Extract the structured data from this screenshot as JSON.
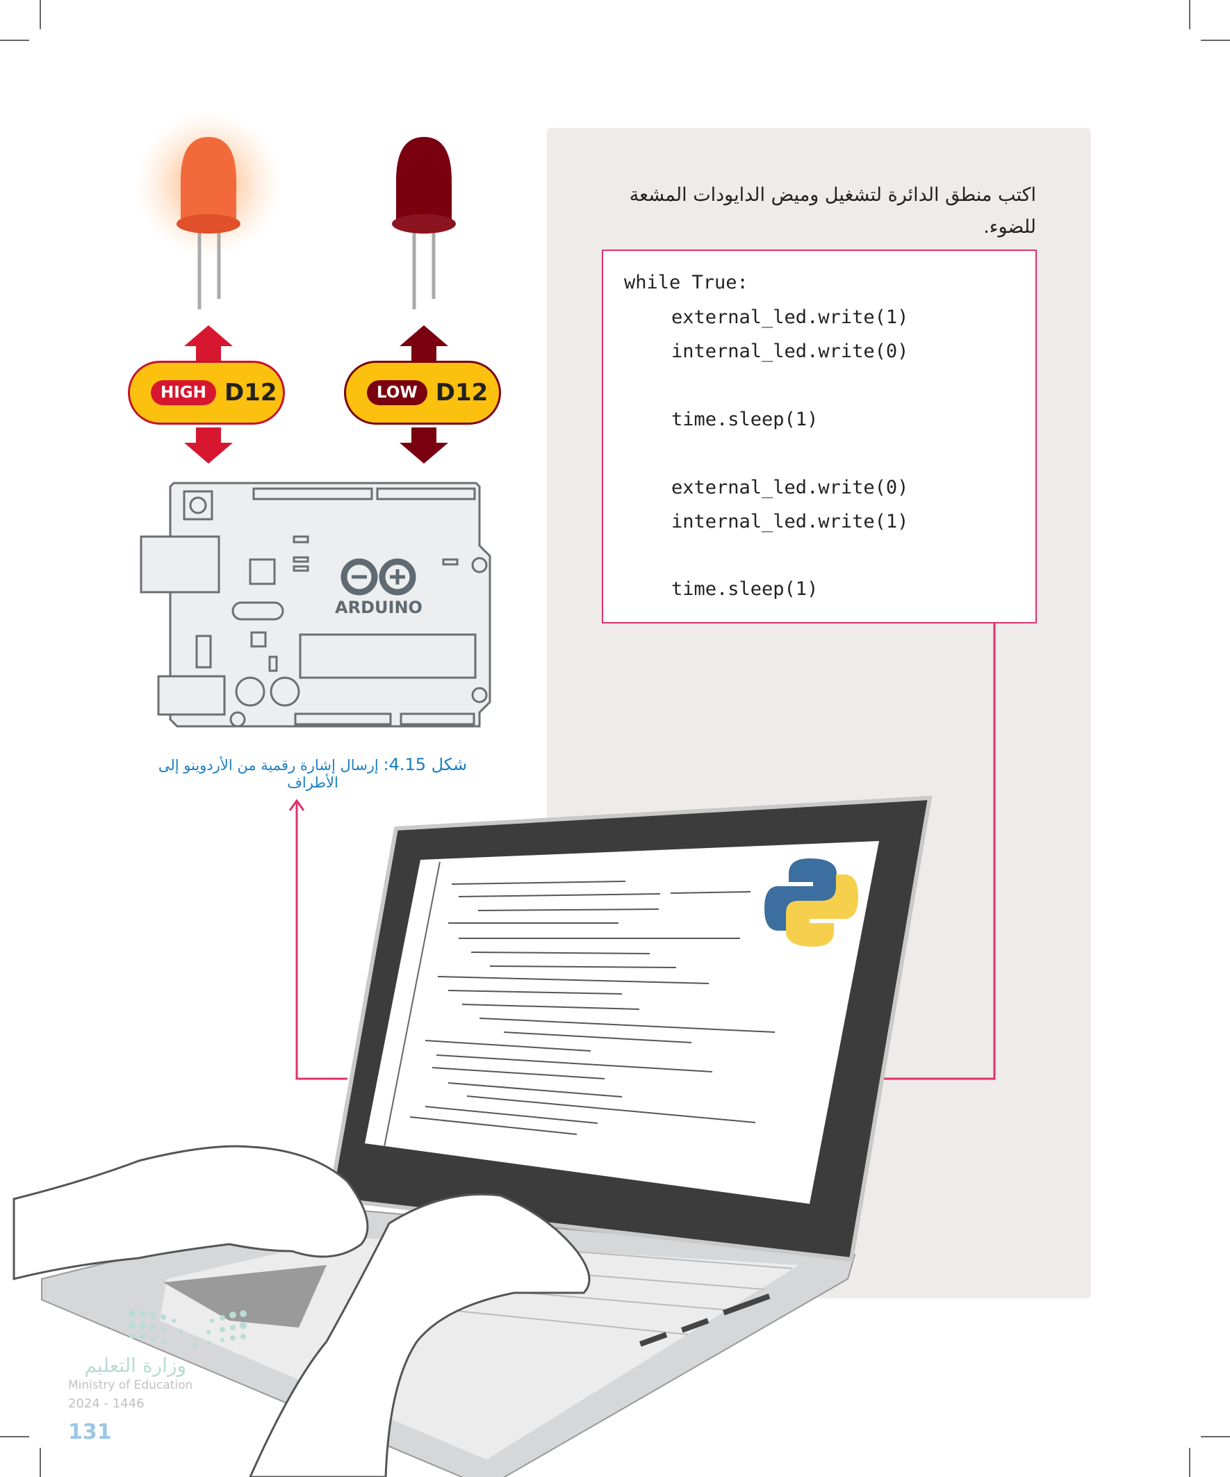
{
  "task_text": "اكتب منطق الدائرة لتشغيل وميض الدايودات المشعة للضوء.",
  "code_lines": [
    "while True:",
    "external_led.write(1)",
    "internal_led.write(0)",
    "time.sleep(1)",
    "external_led.write(0)",
    "internal_led.write(1)",
    "time.sleep(1)"
  ],
  "signals": [
    {
      "state": "HIGH",
      "pin": "D12",
      "color": "#d7172f"
    },
    {
      "state": "LOW",
      "pin": "D12",
      "color": "#7a0010"
    }
  ],
  "board_label": "ARDUINO",
  "caption": {
    "number": "شكل 4.15:",
    "text": "إرسال إشارة رقمية من الأردوينو إلى الأطراف"
  },
  "footer": {
    "ministry_ar": "وزارة التعليم",
    "ministry_en": "Ministry of Education",
    "year": "2024 - 1446",
    "page_number": "131"
  },
  "colors": {
    "accent_line": "#e0306e",
    "caption": "#1a7fc1",
    "panel": "#eeebea",
    "pill": "#fcc10f"
  }
}
